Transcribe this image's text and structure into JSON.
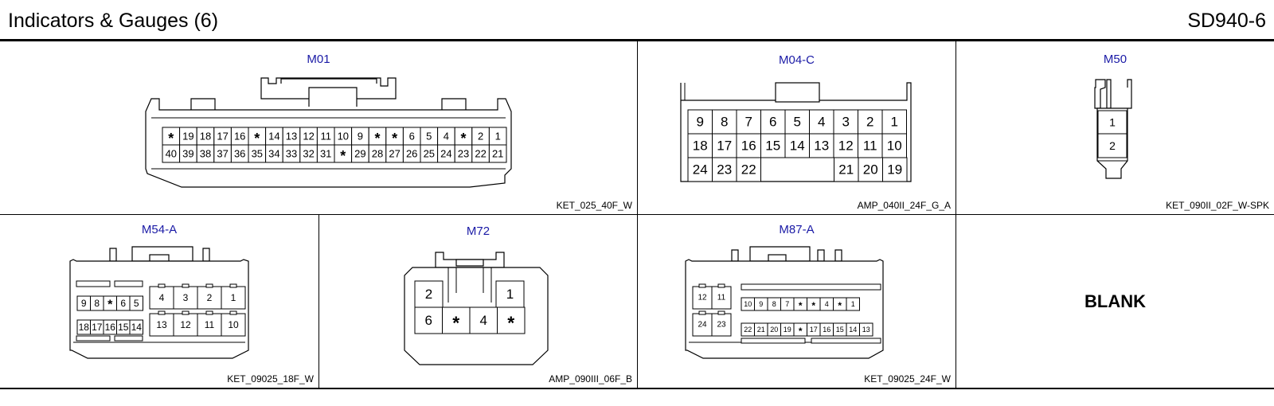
{
  "header": {
    "title": "Indicators & Gauges (6)",
    "code": "SD940-6"
  },
  "connectors": {
    "m01": {
      "name": "M01",
      "spec": "KET_025_40F_W",
      "row1": [
        "*",
        "19",
        "18",
        "17",
        "16",
        "*",
        "14",
        "13",
        "12",
        "11",
        "10",
        "9",
        "*",
        "*",
        "6",
        "5",
        "4",
        "*",
        "2",
        "1"
      ],
      "row2": [
        "40",
        "39",
        "38",
        "37",
        "36",
        "35",
        "34",
        "33",
        "32",
        "31",
        "*",
        "29",
        "28",
        "27",
        "26",
        "25",
        "24",
        "23",
        "22",
        "21"
      ]
    },
    "m04c": {
      "name": "M04-C",
      "spec": "AMP_040II_24F_G_A",
      "row1": [
        "9",
        "8",
        "7",
        "6",
        "5",
        "4",
        "3",
        "2",
        "1"
      ],
      "row2": [
        "18",
        "17",
        "16",
        "15",
        "14",
        "13",
        "12",
        "11",
        "10"
      ],
      "row3_left": [
        "24",
        "23",
        "22"
      ],
      "row3_right": [
        "21",
        "20",
        "19"
      ]
    },
    "m50": {
      "name": "M50",
      "spec": "KET_090II_02F_W-SPK",
      "pins": [
        "1",
        "2"
      ]
    },
    "m54a": {
      "name": "M54-A",
      "spec": "KET_09025_18F_W",
      "top_small": [
        "9",
        "8",
        "*",
        "6",
        "5"
      ],
      "top_large": [
        "4",
        "3",
        "2",
        "1"
      ],
      "bottom_small": [
        "18",
        "17",
        "16",
        "15",
        "14"
      ],
      "bottom_large": [
        "13",
        "12",
        "11",
        "10"
      ]
    },
    "m72": {
      "name": "M72",
      "spec": "AMP_090III_06F_B",
      "top": [
        "2",
        "1"
      ],
      "bottom": [
        "6",
        "*",
        "4",
        "*"
      ]
    },
    "m87a": {
      "name": "M87-A",
      "spec": "KET_09025_24F_W",
      "left_top": [
        "12",
        "11"
      ],
      "left_bottom": [
        "24",
        "23"
      ],
      "row1": [
        "10",
        "9",
        "8",
        "7",
        "*",
        "*",
        "4",
        "*",
        "1"
      ],
      "row2": [
        "22",
        "21",
        "20",
        "19",
        "*",
        "17",
        "16",
        "15",
        "14",
        "13"
      ]
    },
    "blank": {
      "label": "BLANK"
    }
  }
}
